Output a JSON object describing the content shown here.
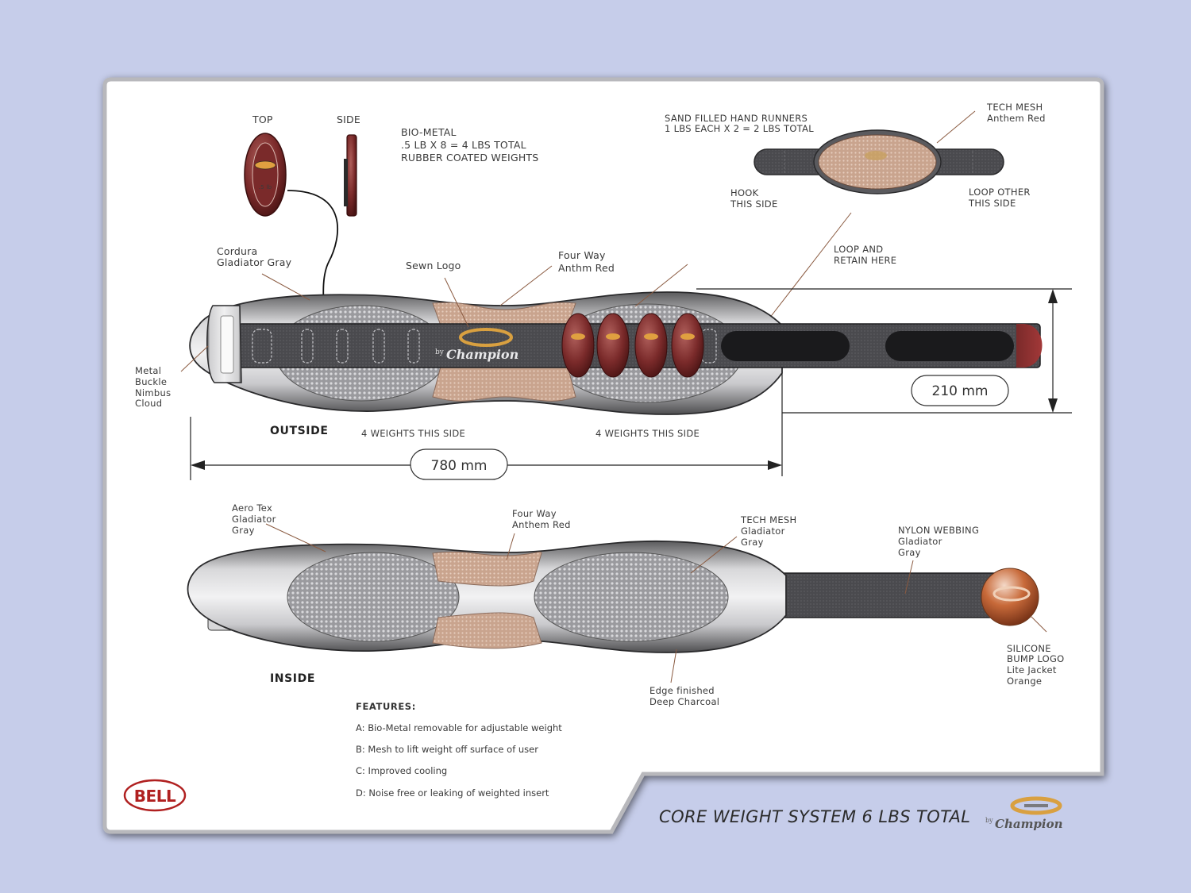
{
  "views": {
    "top": "TOP",
    "side": "SIDE",
    "outside": "OUTSIDE",
    "inside": "INSIDE"
  },
  "callouts": {
    "bio_metal": [
      "BIO-METAL",
      ".5 LB X 8 = 4 LBS TOTAL",
      "RUBBER COATED WEIGHTS"
    ],
    "sand_filled": [
      "SAND FILLED HAND RUNNERS",
      "1 LBS EACH X 2 = 2 LBS TOTAL"
    ],
    "tech_mesh_top": [
      "TECH MESH",
      "Anthem Red"
    ],
    "hook": [
      "HOOK",
      "THIS SIDE"
    ],
    "loop_other": [
      "LOOP OTHER",
      "THIS SIDE"
    ],
    "loop_retain": [
      "LOOP AND",
      "RETAIN HERE"
    ],
    "cordura": [
      "Cordura",
      "Gladiator Gray"
    ],
    "sewn_logo": [
      "Sewn Logo"
    ],
    "four_way_top": [
      "Four Way",
      "Anthm Red"
    ],
    "metal_buckle": [
      "Metal",
      "Buckle",
      "Nimbus",
      "Cloud"
    ],
    "weights_left": [
      "4 WEIGHTS THIS SIDE"
    ],
    "weights_right": [
      "4 WEIGHTS THIS SIDE"
    ],
    "aero_tex": [
      "Aero Tex",
      "Gladiator",
      "Gray"
    ],
    "four_way_bottom": [
      "Four Way",
      "Anthem Red"
    ],
    "tech_mesh_bottom": [
      "TECH MESH",
      "Gladiator",
      "Gray"
    ],
    "nylon_webbing": [
      "NYLON WEBBING",
      "Gladiator",
      "Gray"
    ],
    "silicone": [
      "SILICONE",
      "BUMP LOGO",
      "Lite Jacket",
      "Orange"
    ],
    "edge_finished": [
      "Edge finished",
      "Deep Charcoal"
    ]
  },
  "dimensions": {
    "length": "780 mm",
    "height": "210 mm"
  },
  "features": {
    "heading": "FEATURES:",
    "items": [
      "A: Bio-Metal removable for adjustable weight",
      "B: Mesh to lift weight off surface of user",
      "C: Improved cooling",
      "D: Noise free or leaking of weighted insert"
    ]
  },
  "title": "CORE WEIGHT SYSTEM 6 LBS TOTAL",
  "logos": {
    "bell": "BELL",
    "brand_by": "by",
    "brand_name": "Champion",
    "weight_mark": ".5 lb"
  },
  "colors": {
    "background": "#c6cdea",
    "panel": "#ffffff",
    "gladiator_gray": "#4a4a4e",
    "anthem_red": "#7a2a2a",
    "mesh_tan": "#c9a48e",
    "lite_jacket_orange": "#c86a3a"
  }
}
